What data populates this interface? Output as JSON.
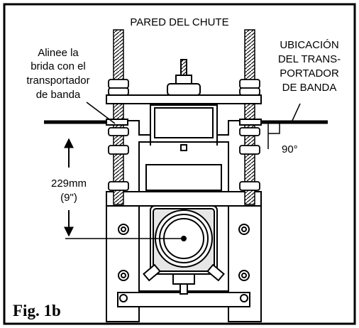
{
  "figure": {
    "caption": "Fig. 1b",
    "labels": {
      "wall": "PARED DEL CHUTE",
      "align_line1": "Alinee la",
      "align_line2": "brida con el",
      "align_line3": "transportador",
      "align_line4": "de banda",
      "location_line1": "UBICACIÓN",
      "location_line2": "DEL TRANS-",
      "location_line3": "PORTADOR",
      "location_line4": "DE BANDA",
      "angle": "90°",
      "dimension_mm": "229mm",
      "dimension_in": "(9\")"
    }
  }
}
